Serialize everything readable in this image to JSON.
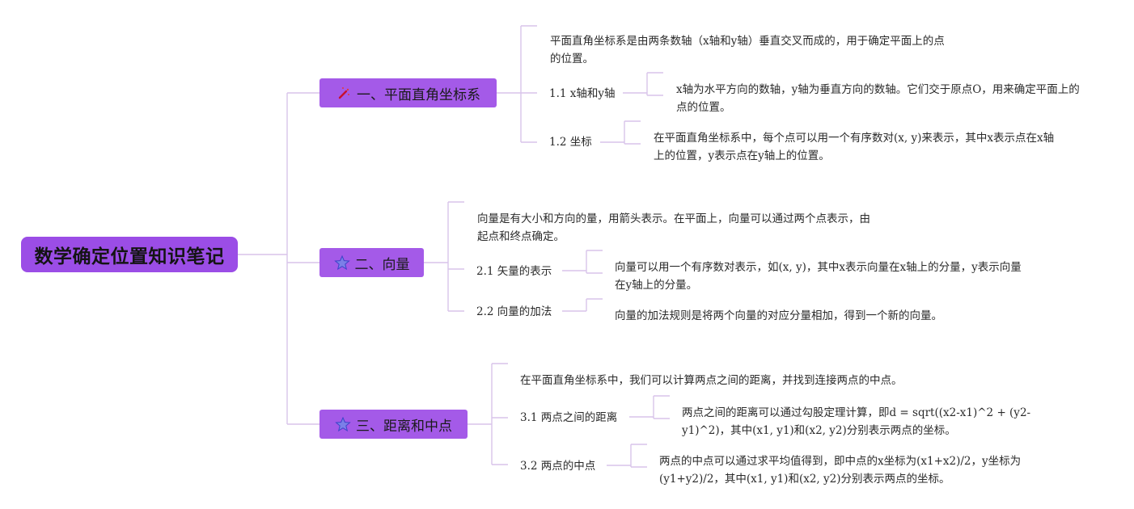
{
  "root": {
    "title": "数学确定位置知识笔记"
  },
  "icons": {
    "branch1": "magic-wand-icon",
    "branch2": "star-icon",
    "branch3": "star-icon"
  },
  "colors": {
    "root": "#9b4de6",
    "branch": "#a45ae8",
    "connector": "#d8c4ea"
  },
  "branches": [
    {
      "title": "一、平面直角坐标系",
      "intro": "平面直角坐标系是由两条数轴（x轴和y轴）垂直交叉而成的，用于确定平面上的点的位置。",
      "topics": [
        {
          "label": "1.1 x轴和y轴",
          "detail": "x轴为水平方向的数轴，y轴为垂直方向的数轴。它们交于原点O，用来确定平面上的点的位置。"
        },
        {
          "label": "1.2 坐标",
          "detail": "在平面直角坐标系中，每个点可以用一个有序数对(x, y)来表示，其中x表示点在x轴上的位置，y表示点在y轴上的位置。"
        }
      ]
    },
    {
      "title": "二、向量",
      "intro": "向量是有大小和方向的量，用箭头表示。在平面上，向量可以通过两个点表示，由起点和终点确定。",
      "topics": [
        {
          "label": "2.1 矢量的表示",
          "detail": "向量可以用一个有序数对表示，如(x, y)，其中x表示向量在x轴上的分量，y表示向量在y轴上的分量。"
        },
        {
          "label": "2.2 向量的加法",
          "detail": "向量的加法规则是将两个向量的对应分量相加，得到一个新的向量。"
        }
      ]
    },
    {
      "title": "三、距离和中点",
      "intro": "在平面直角坐标系中，我们可以计算两点之间的距离，并找到连接两点的中点。",
      "topics": [
        {
          "label": "3.1 两点之间的距离",
          "detail": "两点之间的距离可以通过勾股定理计算，即d = sqrt((x2-x1)^2 + (y2-y1)^2)，其中(x1, y1)和(x2, y2)分别表示两点的坐标。"
        },
        {
          "label": "3.2 两点的中点",
          "detail": "两点的中点可以通过求平均值得到，即中点的x坐标为(x1+x2)/2，y坐标为(y1+y2)/2，其中(x1, y1)和(x2, y2)分别表示两点的坐标。"
        }
      ]
    }
  ]
}
